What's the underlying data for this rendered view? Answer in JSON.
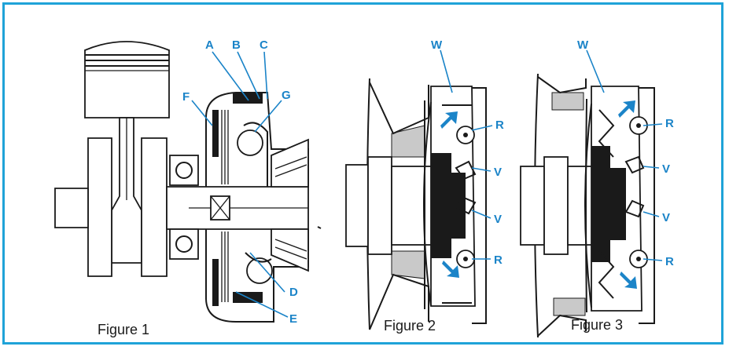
{
  "figures": [
    {
      "caption": "Figure 1",
      "callouts": [
        "A",
        "B",
        "C",
        "F",
        "G",
        "D",
        "E"
      ]
    },
    {
      "caption": "Figure 2",
      "callouts": [
        "W",
        "R",
        "V",
        "V",
        "R"
      ]
    },
    {
      "caption": "Figure 3",
      "callouts": [
        "W",
        "R",
        "V",
        "V",
        "R"
      ]
    }
  ],
  "colors": {
    "border": "#1fa3d8",
    "callout": "#1b84c8",
    "ink": "#1a1a1a"
  }
}
